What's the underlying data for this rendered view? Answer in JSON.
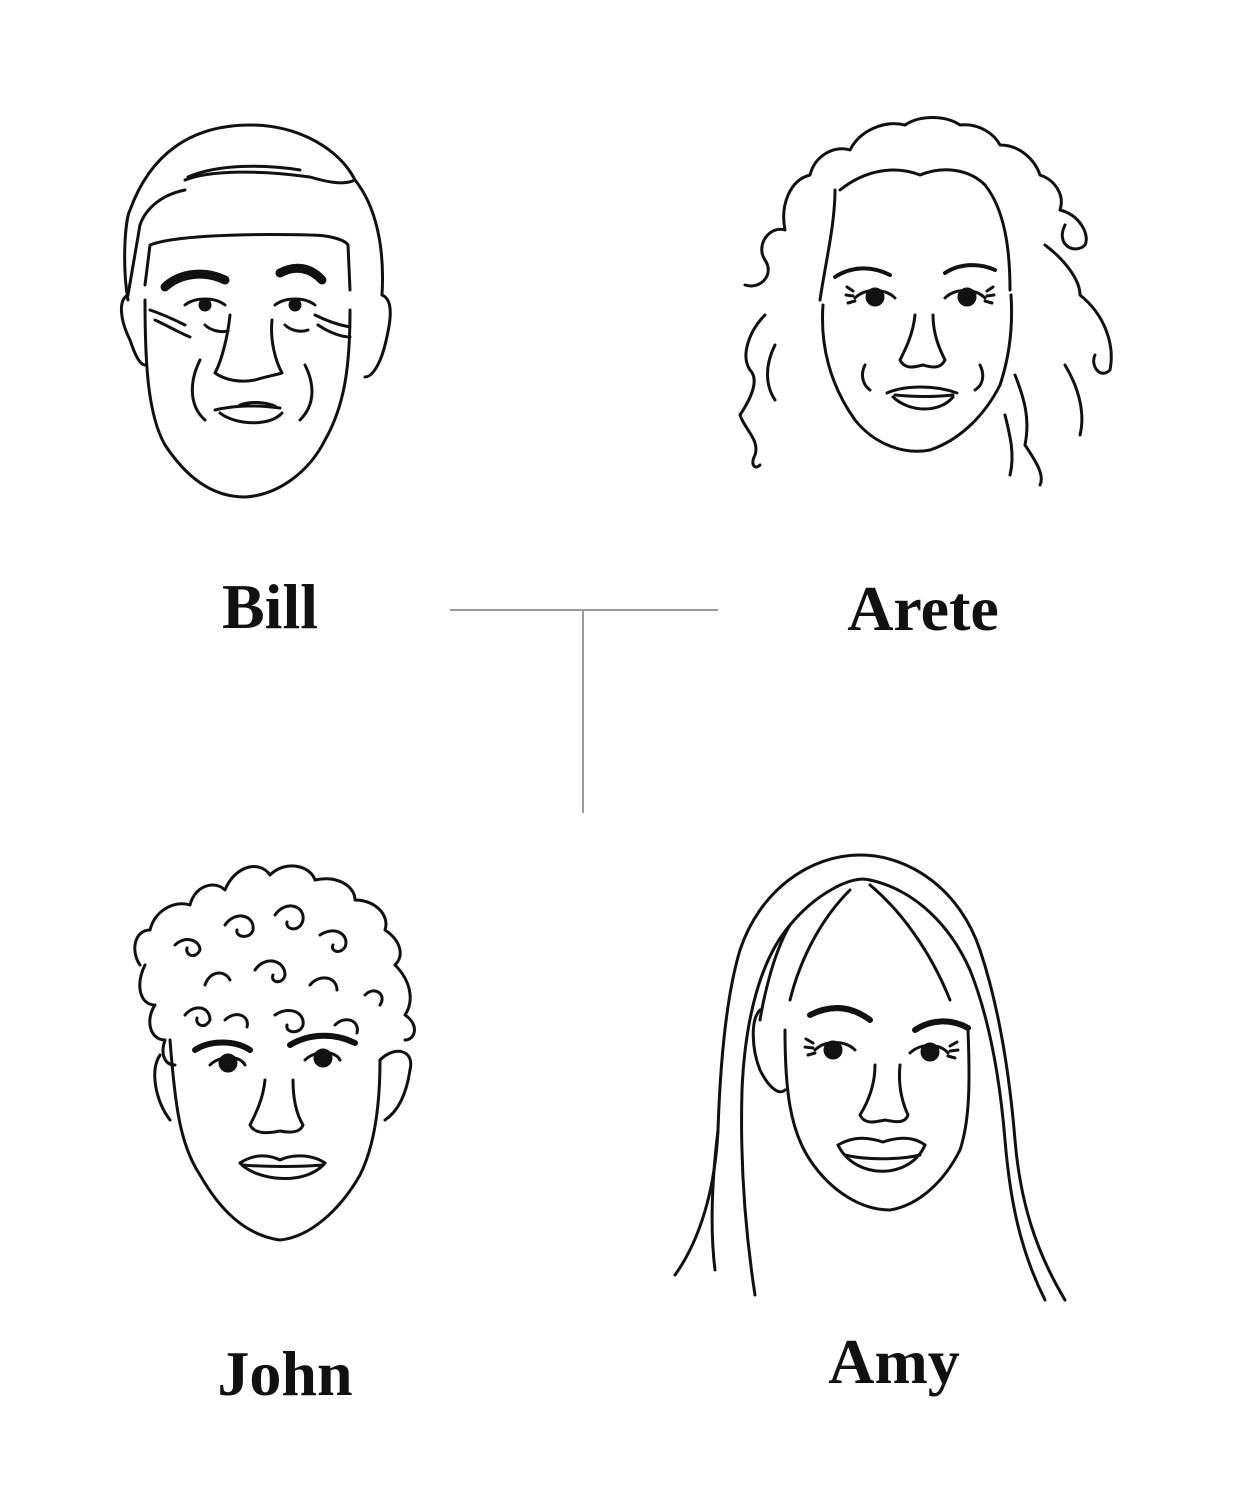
{
  "people": {
    "father": {
      "name": "Bill"
    },
    "mother": {
      "name": "Arete"
    },
    "son": {
      "name": "John"
    },
    "daughter": {
      "name": "Amy"
    }
  },
  "colors": {
    "ink": "#111111",
    "connector": "#9a9a9a",
    "background": "#ffffff"
  }
}
